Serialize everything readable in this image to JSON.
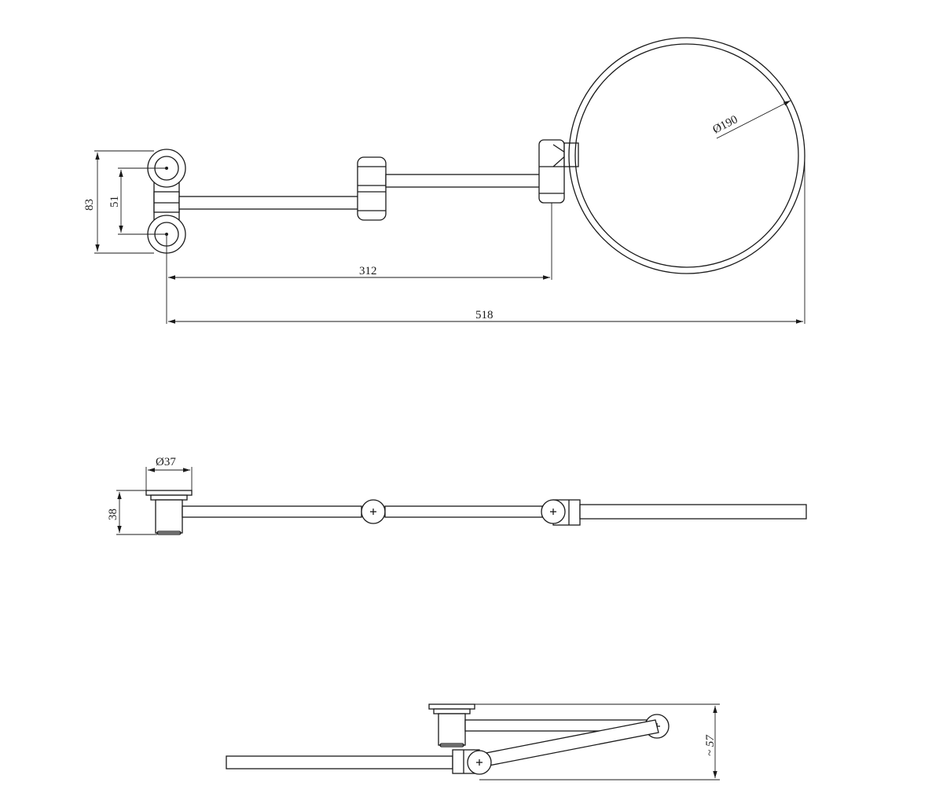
{
  "drawing": {
    "dimensions": {
      "arm_extension": "312",
      "overall_length": "518",
      "mirror_diameter": "Ø190",
      "plate_height": "83",
      "screw_spacing": "51",
      "base_diameter": "Ø37",
      "base_depth": "38",
      "folded_depth": "~ 57"
    }
  }
}
